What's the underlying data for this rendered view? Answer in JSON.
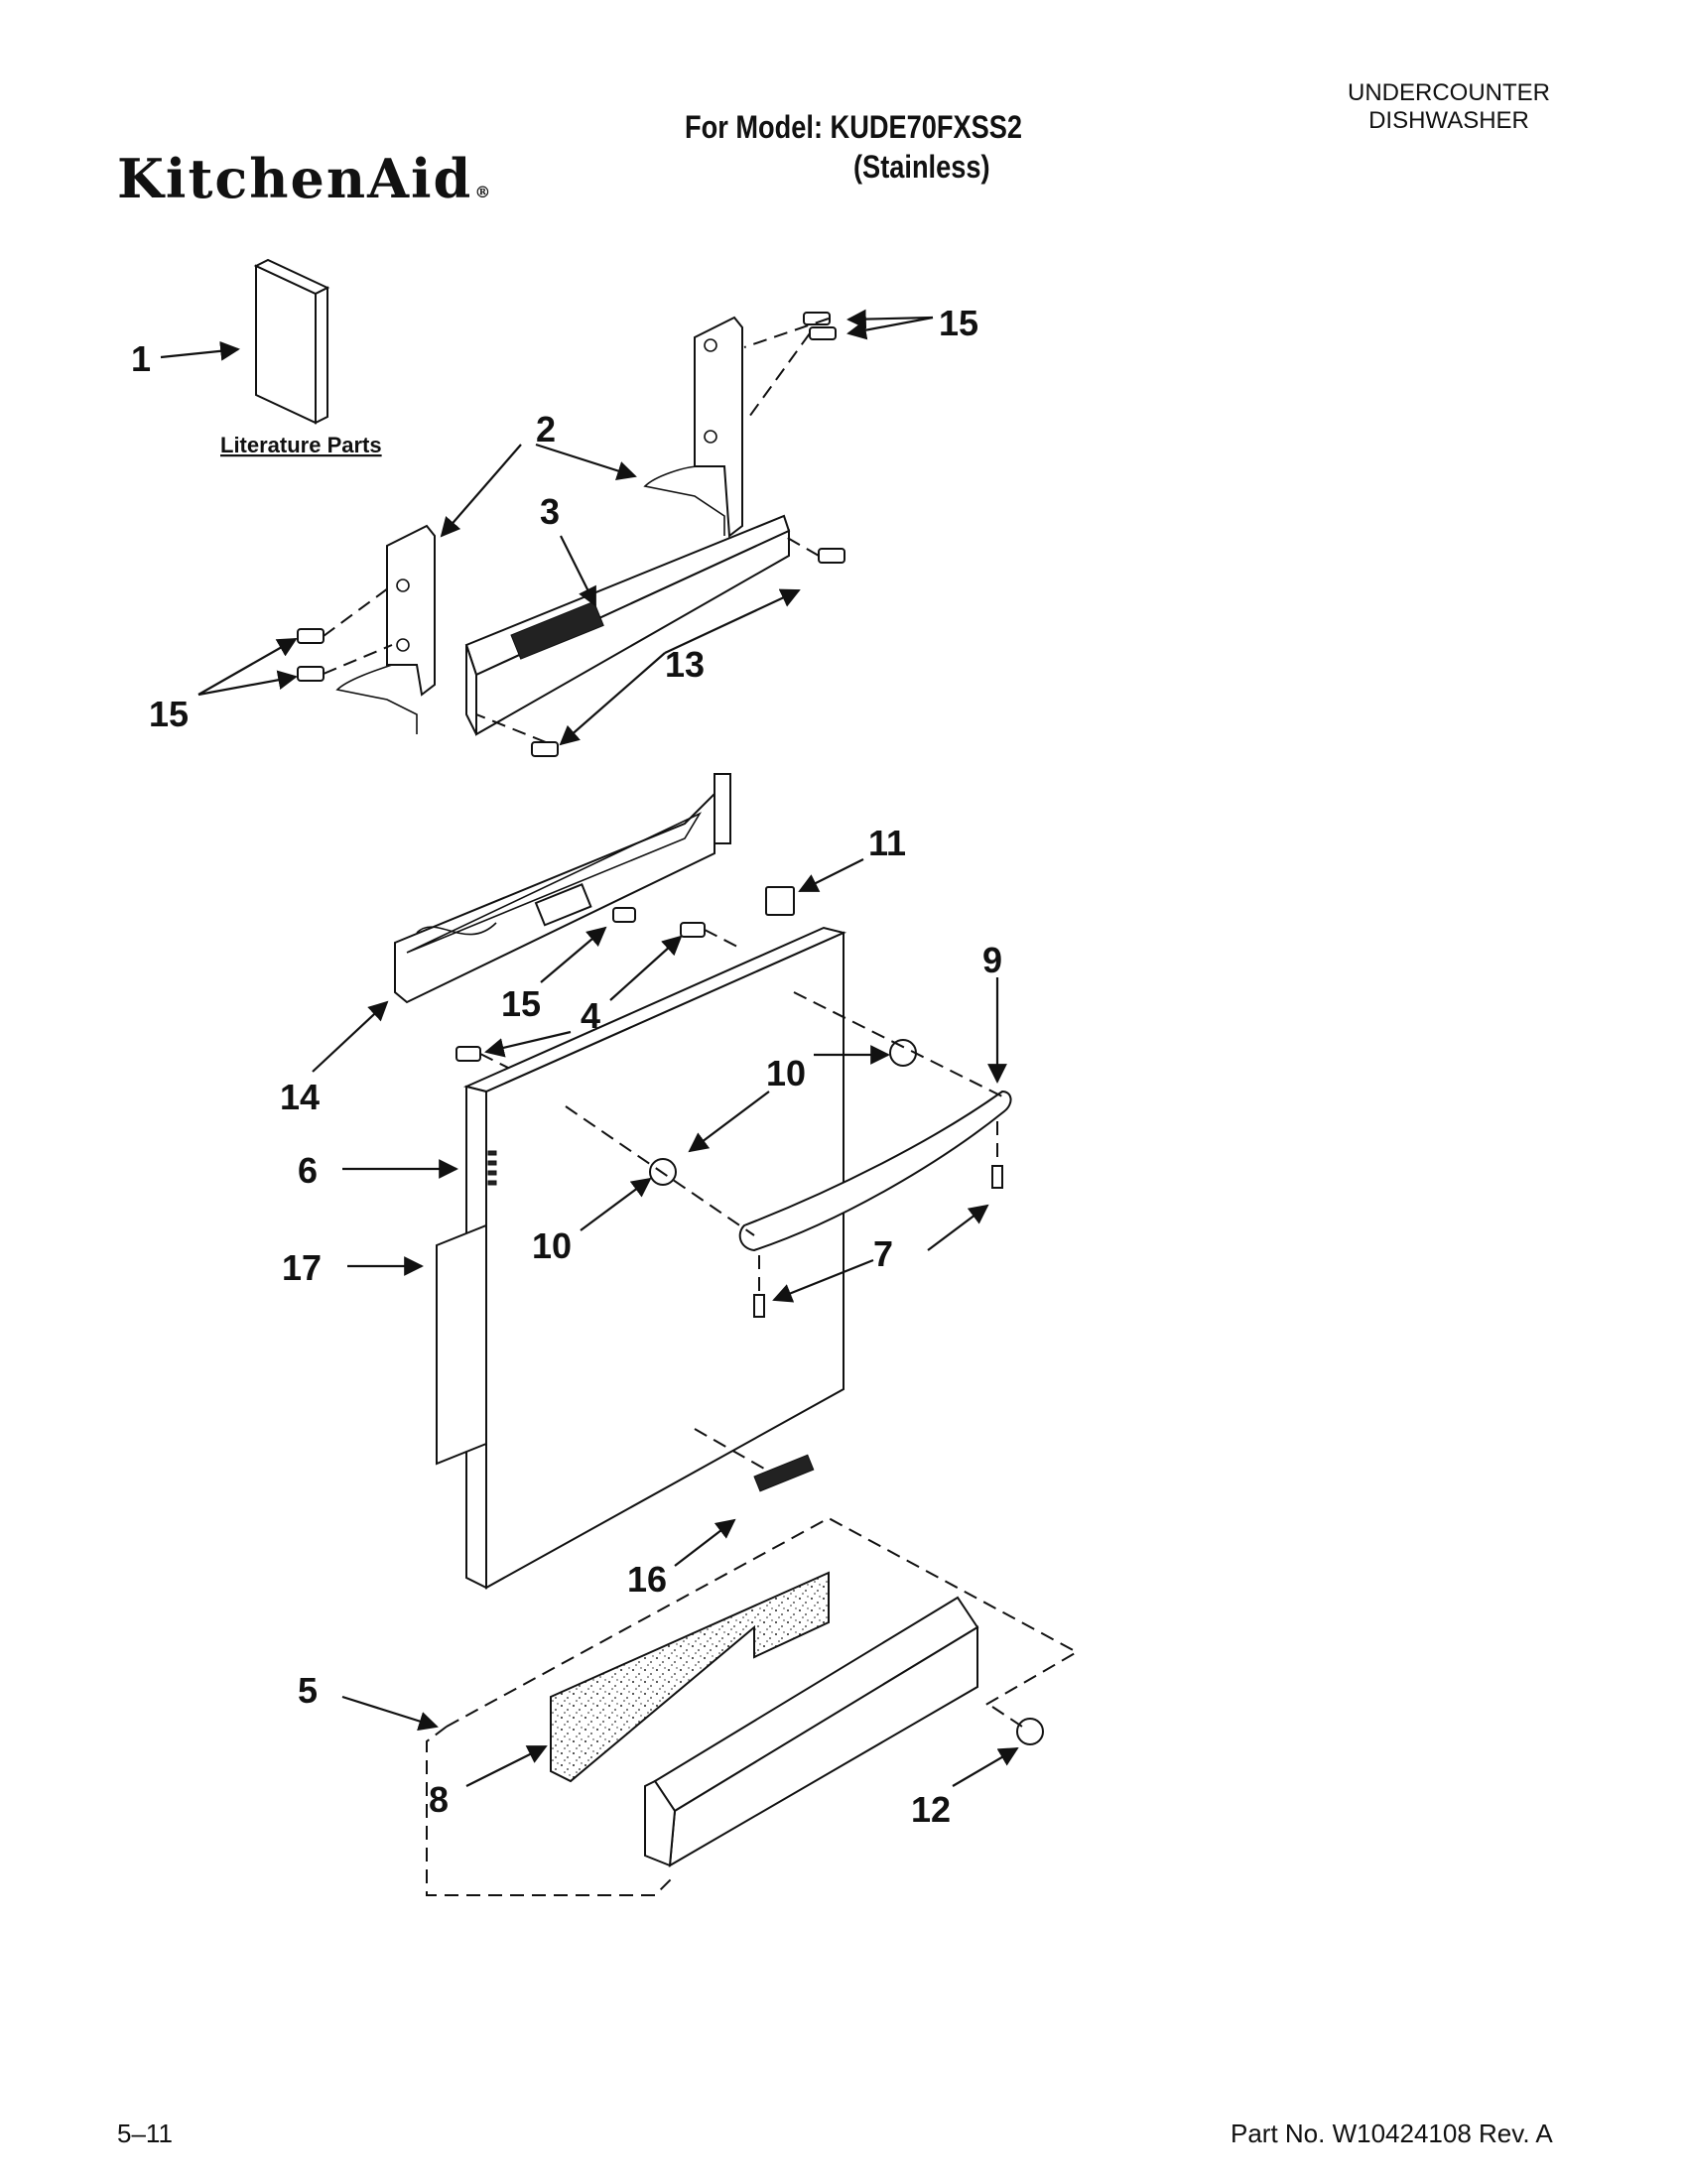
{
  "header": {
    "brand": "KitchenAid",
    "model_line": "For Model: KUDE70FXSS2",
    "variant": "(Stainless)",
    "category_line1": "UNDERCOUNTER",
    "category_line2": "DISHWASHER"
  },
  "diagram": {
    "literature_label": "Literature Parts",
    "callouts": {
      "c1": "1",
      "c2": "2",
      "c3": "3",
      "c4": "4",
      "c5": "5",
      "c6": "6",
      "c7": "7",
      "c8": "8",
      "c9": "9",
      "c10a": "10",
      "c10b": "10",
      "c11": "11",
      "c12": "12",
      "c13": "13",
      "c14": "14",
      "c15a": "15",
      "c15b": "15",
      "c15c": "15",
      "c16": "16",
      "c17": "17"
    }
  },
  "footer": {
    "page_number": "5–11",
    "part_number": "Part No. W10424108 Rev. A"
  }
}
